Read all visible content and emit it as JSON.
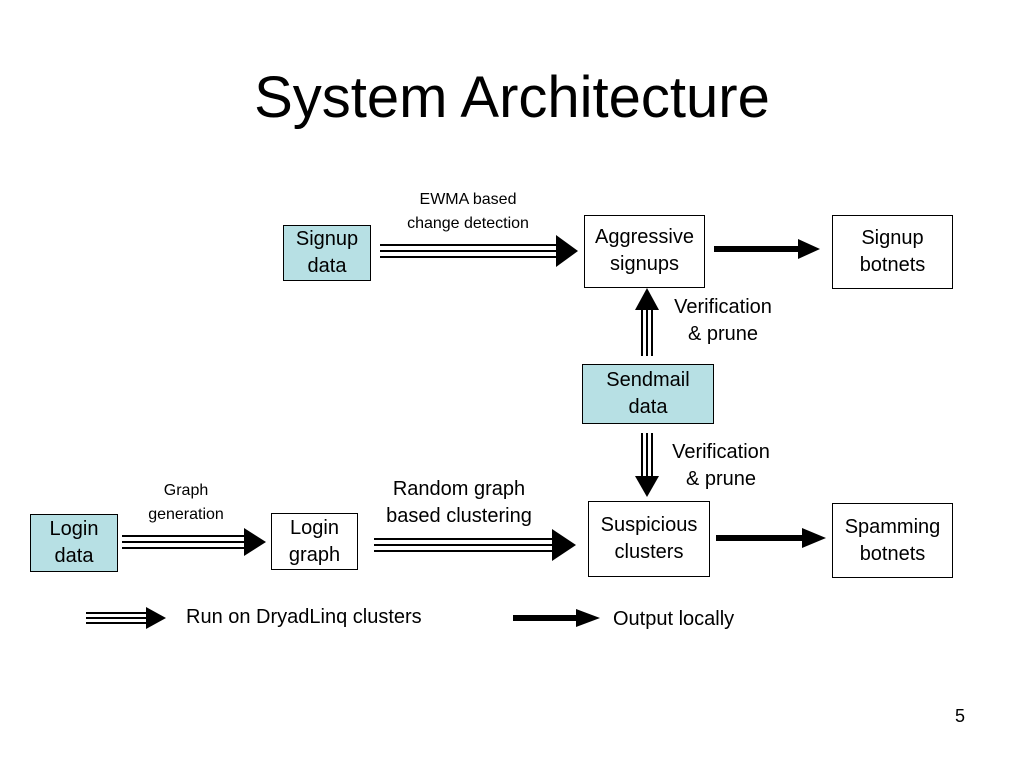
{
  "slide": {
    "title": "System Architecture",
    "page_number": "5"
  },
  "nodes": {
    "signup_data": "Signup\ndata",
    "aggressive_signups": "Aggressive\nsignups",
    "signup_botnets": "Signup\nbotnets",
    "sendmail_data": "Sendmail\ndata",
    "login_data": "Login\ndata",
    "login_graph": "Login\ngraph",
    "suspicious_clusters": "Suspicious\nclusters",
    "spamming_botnets": "Spamming\nbotnets"
  },
  "edge_labels": {
    "ewma": "EWMA based\nchange detection",
    "verify_up": "Verification\n& prune",
    "verify_down": "Verification\n& prune",
    "graph_generation": "Graph\ngeneration",
    "random_graph": "Random graph\nbased clustering"
  },
  "legend": {
    "dryad": "Run on DryadLinq clusters",
    "local": "Output locally"
  },
  "colors": {
    "data_box": "#b7e0e4",
    "arrow": "#000000"
  }
}
